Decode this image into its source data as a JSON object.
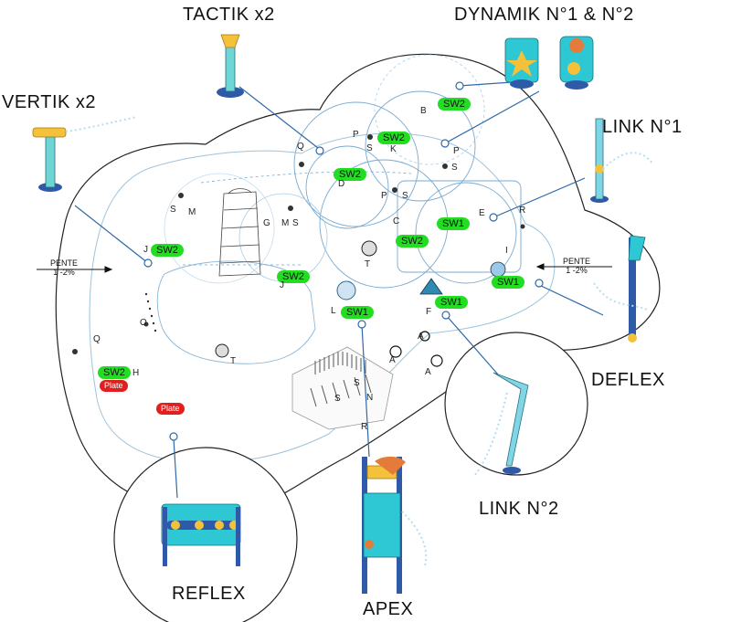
{
  "titles": {
    "tactik": "TACTIK x2",
    "dynamik": "DYNAMIK N°1 & N°2",
    "vertik": "VERTIK x2",
    "link1": "LINK N°1",
    "deflex": "DEFLEX",
    "link2": "LINK N°2",
    "reflex": "REFLEX",
    "apex": "APEX"
  },
  "pente": {
    "label": "PENTE",
    "value": "1 -2%"
  },
  "badges": {
    "sw2_b": "SW2",
    "sw2_pk": "SW2",
    "sw2_d": "SW2",
    "sw1_e": "SW1",
    "sw2_c": "SW2",
    "sw2_j_left": "SW2",
    "sw2_j": "SW2",
    "sw1_i": "SW1",
    "sw1_f": "SW1",
    "sw1_l": "SW1",
    "sw2_h": "SW2",
    "plate_h": "Plate",
    "plate_reflex": "Plate"
  },
  "letters": {
    "b": "B",
    "p1": "P",
    "s1": "S",
    "k": "K",
    "p2": "P",
    "s2": "S",
    "q_top": "Q",
    "d": "D",
    "p3": "P",
    "s3": "S",
    "s_left": "S",
    "m_left": "M",
    "g": "G",
    "m_mid": "M",
    "s_mid": "S",
    "c": "C",
    "e": "E",
    "r_top": "R",
    "j_left": "J",
    "t_top": "T",
    "i": "I",
    "j_mid": "J",
    "l": "L",
    "f": "F",
    "o": "O",
    "q_left": "Q",
    "h": "H",
    "t_left": "T",
    "a1": "A",
    "a2": "A",
    "a3": "A",
    "s_grid1": "S",
    "n": "N",
    "s_grid2": "S",
    "r_bottom": "R"
  }
}
